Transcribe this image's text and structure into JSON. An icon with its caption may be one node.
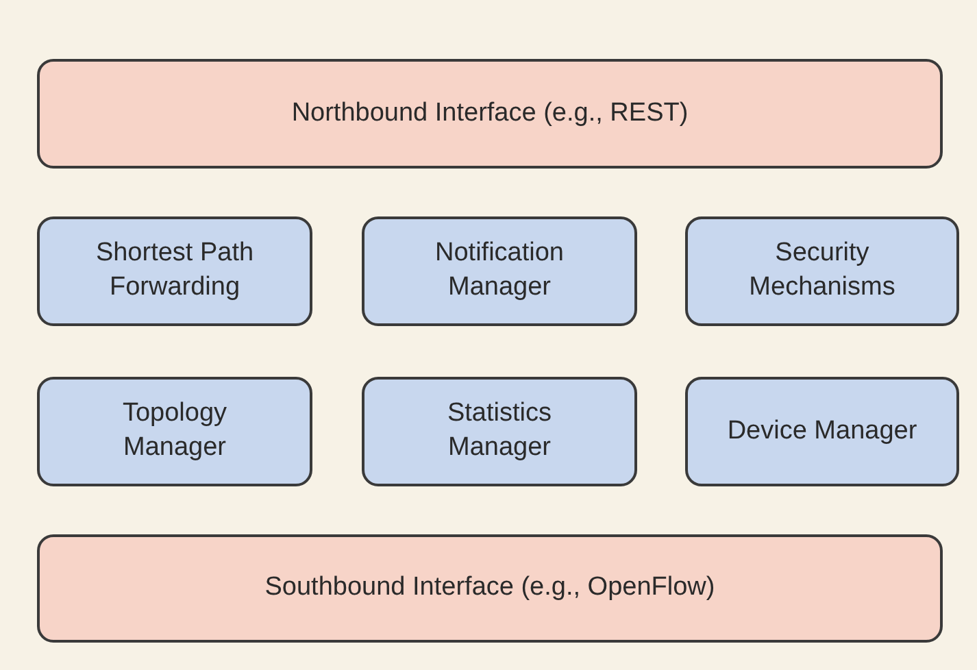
{
  "diagram": {
    "nodes": [
      {
        "text": [
          "Northbound Interface (e.g., REST)"
        ]
      },
      {
        "text": [
          "Shortest Path Forwarding"
        ]
      },
      {
        "text": [
          "Notification Manager"
        ]
      },
      {
        "text": [
          "Security Mechanisms"
        ]
      },
      {
        "text": [
          "Topology Manager"
        ]
      },
      {
        "text": [
          "Statistics Manager"
        ]
      },
      {
        "text": [
          "Device Manager"
        ]
      },
      {
        "text": [
          "Southbound Interface (e.g., OpenFlow)"
        ]
      }
    ]
  }
}
